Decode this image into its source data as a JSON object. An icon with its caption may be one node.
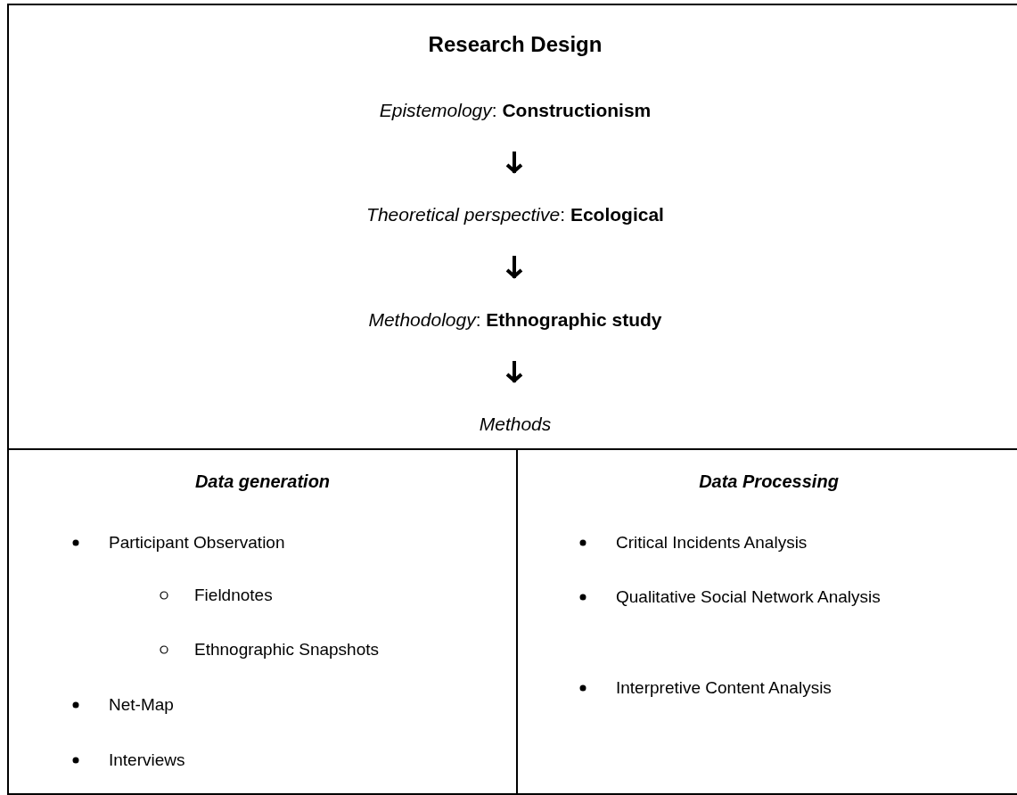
{
  "diagram": {
    "nodes": [
      {
        "text": [
          "Research Design"
        ]
      },
      {
        "text": [
          "*Epistemology*: **Constructionism**"
        ],
        "in": 0
      },
      {
        "text": [
          "*Theoretical perspective*: **Ecological**"
        ],
        "in": 0
      },
      {
        "text": [
          "*Methodology*: **Ethnographic study**"
        ],
        "in": 0
      },
      {
        "text": [
          "Methods"
        ],
        "in": 0
      },
      {
        "text": [
          "Data generation",
          "Participant Observation",
          "Fieldnotes",
          "Ethnographic Snapshots",
          "Net-Map",
          "Interviews"
        ]
      },
      {
        "text": [
          "Data Processing",
          "Critical Incidents Analysis",
          "Qualitative Social Network Analysis",
          "Interpretive Content Analysis"
        ]
      }
    ],
    "edges": [
      {
        "from": 1,
        "to": 2,
        "arrow": "to"
      },
      {
        "from": 2,
        "to": 3,
        "arrow": "to"
      },
      {
        "from": 3,
        "to": 4,
        "arrow": "to"
      }
    ]
  }
}
